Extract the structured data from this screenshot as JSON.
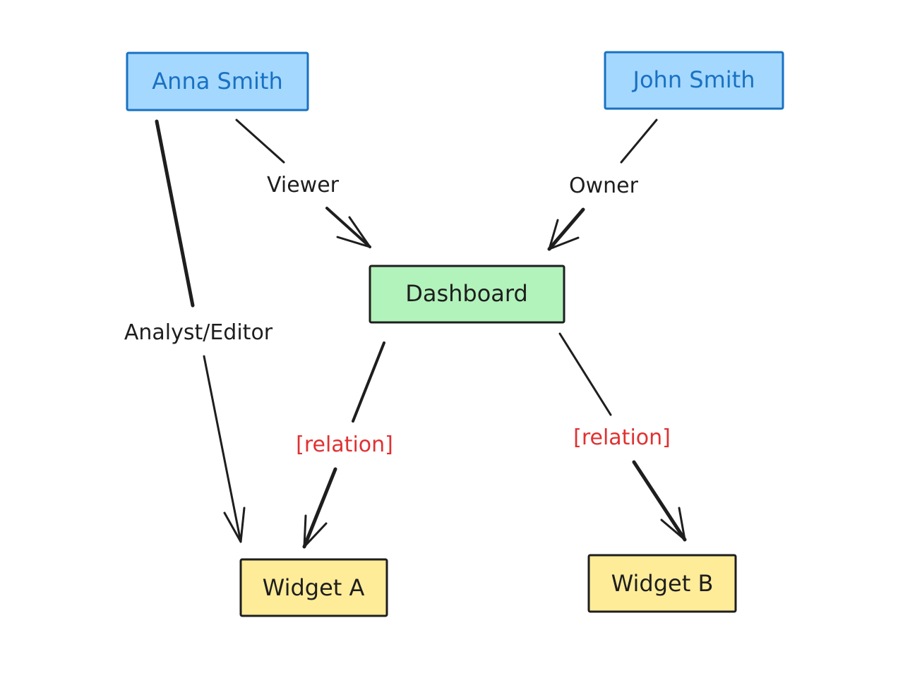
{
  "colors": {
    "person_fill": "#a5d8ff",
    "person_stroke": "#1971c2",
    "person_text": "#1971c2",
    "dashboard_fill": "#b2f2bb",
    "dashboard_stroke": "#1e1e1e",
    "widget_fill": "#ffec99",
    "widget_stroke": "#1e1e1e",
    "edge_stroke": "#1e1e1e",
    "label_text": "#1e1e1e",
    "relation_text": "#e03131"
  },
  "nodes": {
    "anna": {
      "label": "Anna Smith"
    },
    "john": {
      "label": "John Smith"
    },
    "dashboard": {
      "label": "Dashboard"
    },
    "widget_a": {
      "label": "Widget A"
    },
    "widget_b": {
      "label": "Widget B"
    }
  },
  "edges": {
    "anna_dashboard": {
      "label": "Viewer"
    },
    "john_dashboard": {
      "label": "Owner"
    },
    "anna_widget_a": {
      "label": "Analyst/Editor"
    },
    "dashboard_widget_a": {
      "label": "[relation]"
    },
    "dashboard_widget_b": {
      "label": "[relation]"
    }
  }
}
